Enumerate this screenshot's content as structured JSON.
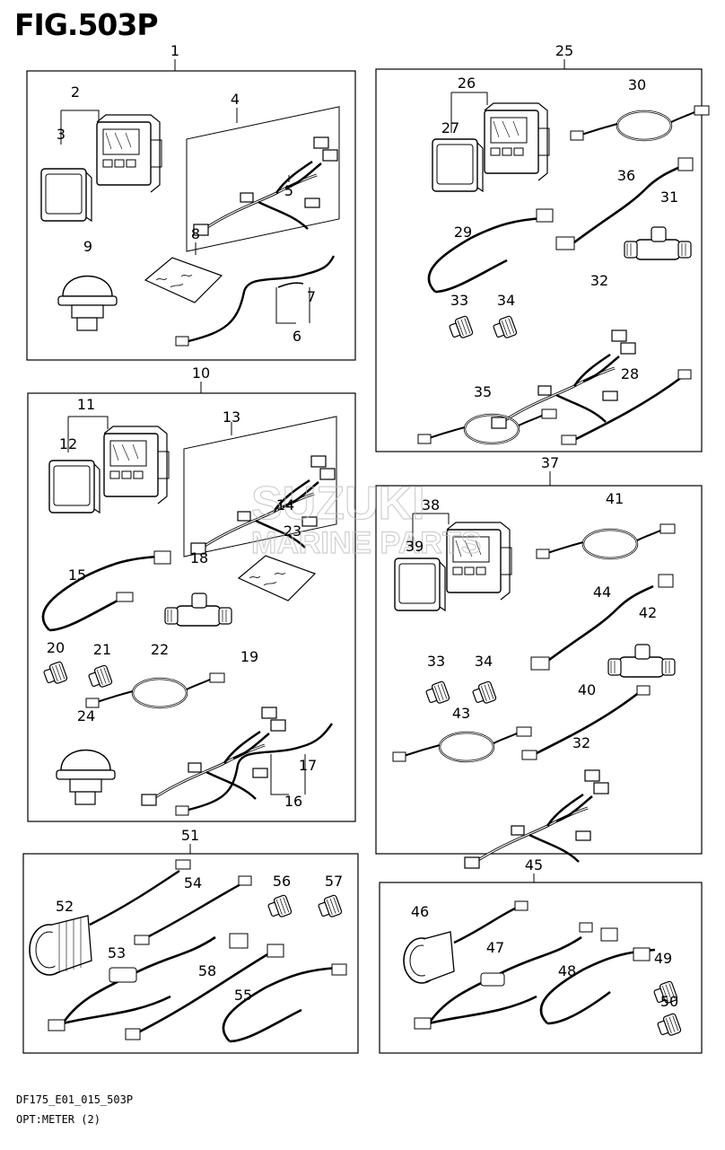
{
  "figure": {
    "title": "FIG.503P",
    "footer_code": "DF175_E01_015_503P",
    "footer_name": "OPT:METER (2)",
    "watermark_line1": "SUZUKI",
    "watermark_line2": "MARINE PARTS"
  },
  "groups": [
    {
      "label": "1"
    },
    {
      "label": "10"
    },
    {
      "label": "25"
    },
    {
      "label": "37"
    },
    {
      "label": "51"
    },
    {
      "label": "45"
    }
  ],
  "part_labels": {
    "p2": "2",
    "p3": "3",
    "p4": "4",
    "p5": "5",
    "p6": "6",
    "p7": "7",
    "p8": "8",
    "p9": "9",
    "p11": "11",
    "p12": "12",
    "p13": "13",
    "p14": "14",
    "p15": "15",
    "p16": "16",
    "p17": "17",
    "p18": "18",
    "p19": "19",
    "p20": "20",
    "p21": "21",
    "p22": "22",
    "p23": "23",
    "p24": "24",
    "p26": "26",
    "p27": "27",
    "p28": "28",
    "p29": "29",
    "p30": "30",
    "p31": "31",
    "p32a": "32",
    "p33a": "33",
    "p34a": "34",
    "p35": "35",
    "p36": "36",
    "p38": "38",
    "p39": "39",
    "p40": "40",
    "p41": "41",
    "p42": "42",
    "p43": "43",
    "p44": "44",
    "p32b": "32",
    "p33b": "33",
    "p34b": "34",
    "p46": "46",
    "p47": "47",
    "p48": "48",
    "p49": "49",
    "p50": "50",
    "p52": "52",
    "p53": "53",
    "p54": "54",
    "p55": "55",
    "p56": "56",
    "p57": "57",
    "p58": "58"
  }
}
